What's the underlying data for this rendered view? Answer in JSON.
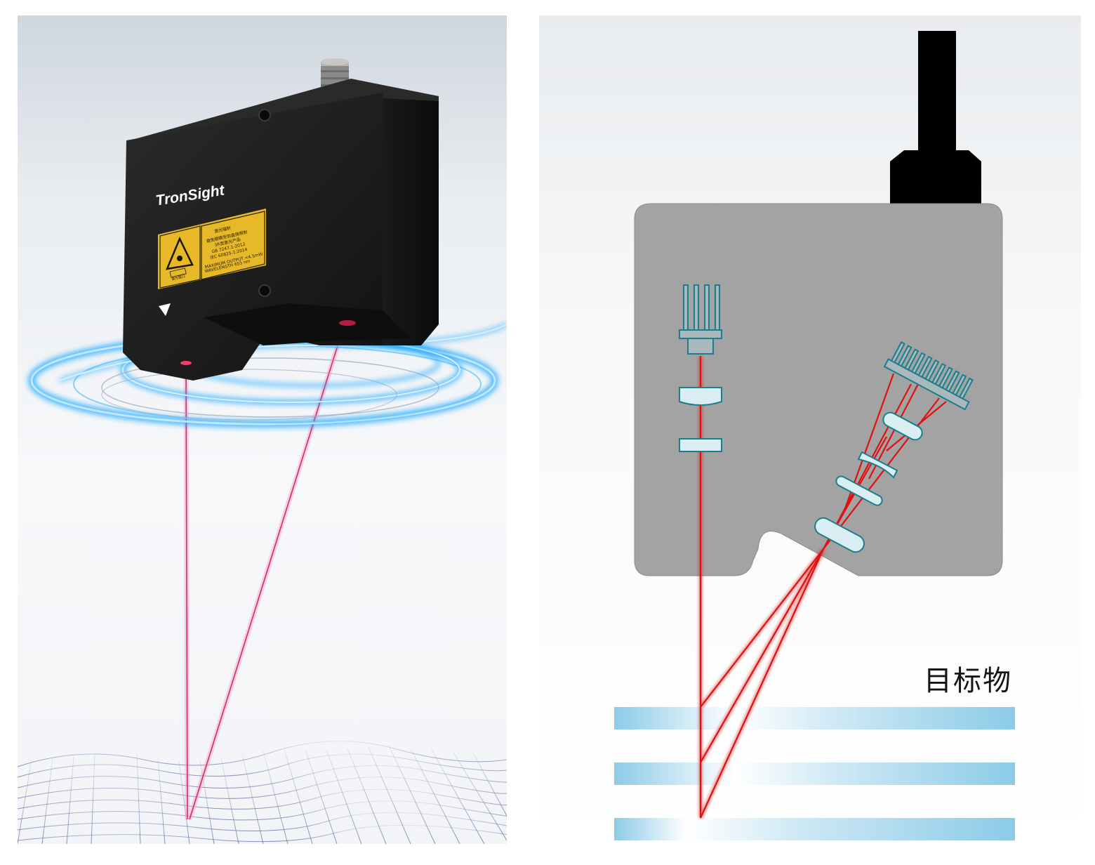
{
  "left_panel": {
    "brand": "TronSight",
    "warning_label": {
      "line1": "激光辐射",
      "line2": "避免眼睛受到直接照射",
      "line3": "3R类激光产品",
      "line4": "GB 7247.1-2012",
      "line5": "IEC 60825-1:2014",
      "line6": "MAXIMUM OUTPUT <4.5mW",
      "line7": "WAVELENGTH  655 nm",
      "small_caption": "激光窗口"
    },
    "icons": [
      "laser-hazard-icon",
      "down-triangle-icon",
      "m12-connector-icon"
    ],
    "colors": {
      "sensor_body": "#1c1c1c",
      "label_yellow": "#e7b928",
      "ring_glow": "#1fa8ff",
      "laser": "#e04080",
      "mesh": "#7e86b8"
    }
  },
  "right_panel": {
    "target_label": "目标物",
    "colors": {
      "housing": "#a3a3a3",
      "laser_beam": "#e01010",
      "optics": "#1a7f8a",
      "target_plate": "#9dd3ec"
    }
  }
}
